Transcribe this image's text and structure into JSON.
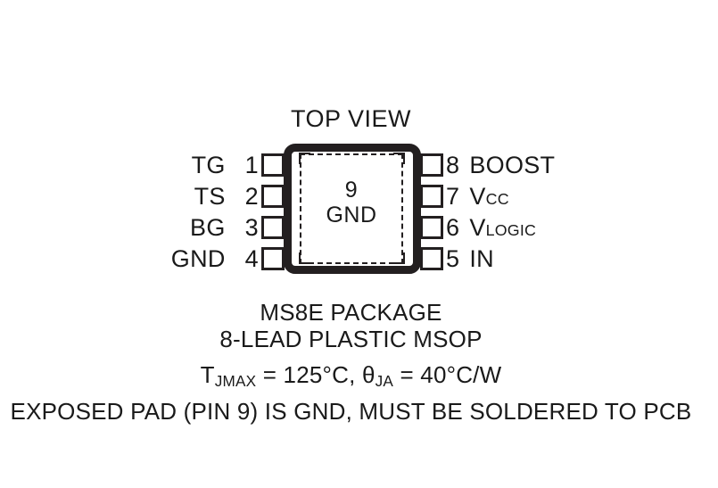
{
  "diagram": {
    "title": "TOP VIEW",
    "package": {
      "exposed_pad": {
        "pin_number": "9",
        "net_name": "GND"
      },
      "pins_left": [
        {
          "number": "1",
          "name": "TG"
        },
        {
          "number": "2",
          "name": "TS"
        },
        {
          "number": "3",
          "name": "BG"
        },
        {
          "number": "4",
          "name": "GND"
        }
      ],
      "pins_right": [
        {
          "number": "8",
          "name": "BOOST",
          "sub": ""
        },
        {
          "number": "7",
          "name": "V",
          "sub": "CC"
        },
        {
          "number": "6",
          "name": "V",
          "sub": "LOGIC"
        },
        {
          "number": "5",
          "name": "IN",
          "sub": ""
        }
      ]
    },
    "caption": {
      "line1": "MS8E PACKAGE",
      "line2": "8-LEAD PLASTIC MSOP",
      "line3_prefix": "T",
      "line3_sub1": "JMAX",
      "line3_mid": " = 125°C, ",
      "line3_theta": "θ",
      "line3_sub2": "JA",
      "line3_suffix": " = 40°C/W",
      "line4": "EXPOSED PAD (PIN 9) IS GND, MUST BE SOLDERED TO PCB"
    },
    "colors": {
      "ink": "#231f20",
      "background": "#ffffff"
    }
  }
}
